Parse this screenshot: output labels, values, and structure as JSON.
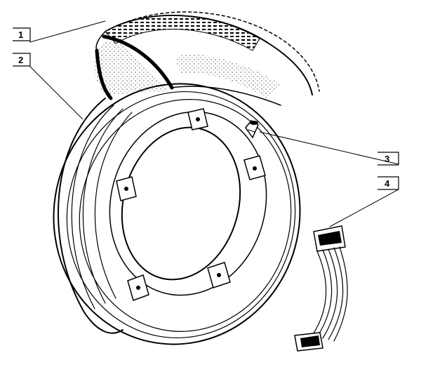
{
  "callouts": [
    {
      "id": "1",
      "label": "1"
    },
    {
      "id": "2",
      "label": "2"
    },
    {
      "id": "3",
      "label": "3"
    },
    {
      "id": "4",
      "label": "4"
    }
  ],
  "parts_depicted": [
    "tire-cutaway-icon",
    "wheel-rim-icon",
    "valve-stem-icon",
    "rim-flap-strap-icon"
  ]
}
